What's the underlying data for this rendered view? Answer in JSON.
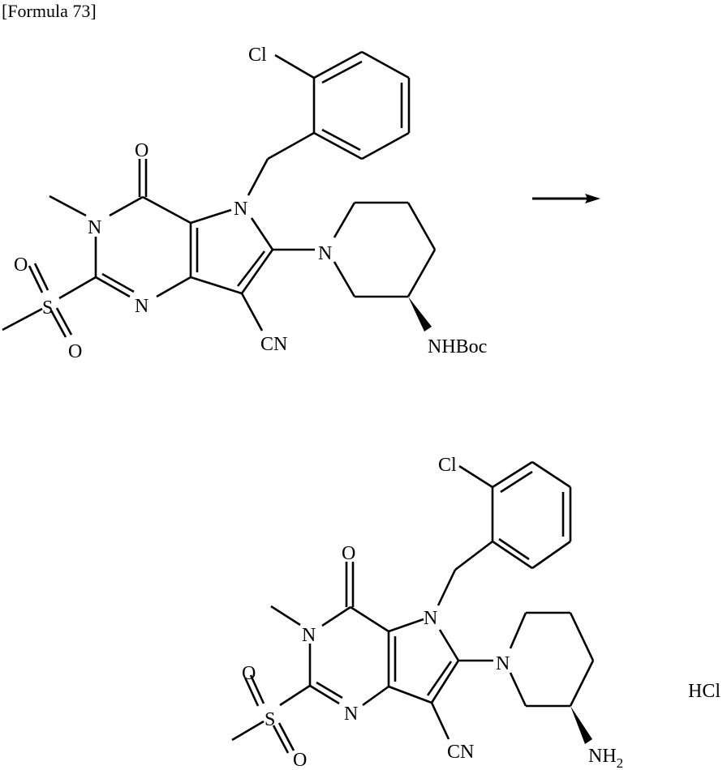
{
  "caption": "[Formula 73]",
  "reactant": {
    "labels": {
      "cl": "Cl",
      "o_carbonyl": "O",
      "n_methyl": "N",
      "n_pyrrole": "N",
      "n_piperidine": "N",
      "n_pyrimidine": "N",
      "s": "S",
      "o_sulfonyl_top": "O",
      "o_sulfonyl_bottom": "O",
      "cn": "CN",
      "nhboc": "NHBoc"
    }
  },
  "arrow": {
    "direction": "right"
  },
  "product": {
    "labels": {
      "cl": "Cl",
      "o_carbonyl": "O",
      "n_methyl": "N",
      "n_pyrrole": "N",
      "n_piperidine": "N",
      "n_pyrimidine": "N",
      "s": "S",
      "o_sulfonyl_top": "O",
      "o_sulfonyl_bottom": "O",
      "cn": "CN",
      "nh2": "NH",
      "nh2_subscript": "2",
      "salt": "HCl"
    }
  }
}
